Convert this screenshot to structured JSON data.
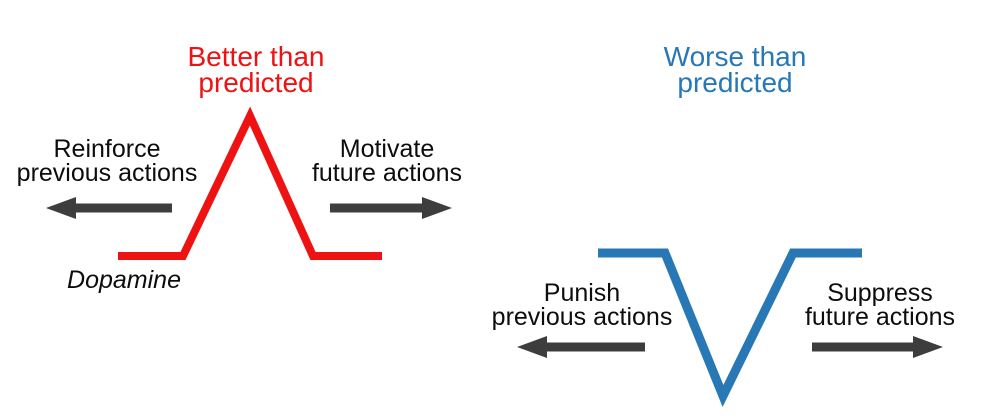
{
  "colors": {
    "better_red": "#ee1212",
    "worse_blue": "#2878b5",
    "arrow_gray": "#3d3d3d",
    "text_black": "#0d0d0d"
  },
  "left_panel": {
    "title_line1": "Better than",
    "title_line2": "predicted",
    "reinforce_line1": "Reinforce",
    "reinforce_line2": "previous actions",
    "motivate_line1": "Motivate",
    "motivate_line2": "future actions",
    "signal_label": "Dopamine",
    "signal_shape": "phasic burst (peak above baseline)",
    "signal_points": "118,256 183,256 250,116 313,256 382,256"
  },
  "right_panel": {
    "title_line1": "Worse than",
    "title_line2": "predicted",
    "punish_line1": "Punish",
    "punish_line2": "previous actions",
    "suppress_line1": "Suppress",
    "suppress_line2": "future actions",
    "signal_shape": "phasic dip (trough below baseline)",
    "signal_points": "598,253 665,253 723,396 793,253 862,253"
  }
}
